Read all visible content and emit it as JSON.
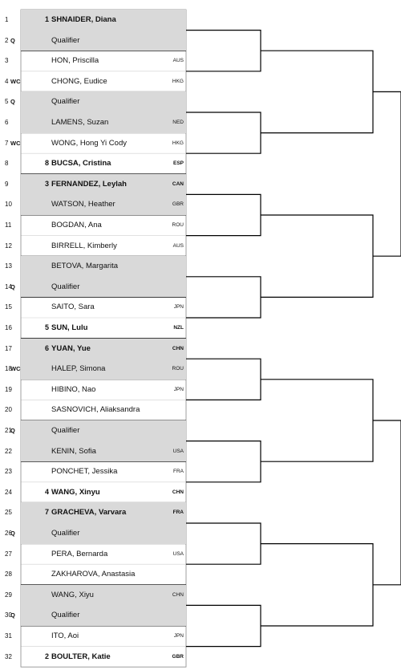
{
  "colors": {
    "shade": "#d9d9d9",
    "line": "#000000"
  },
  "draw": [
    {
      "no": "1",
      "entry": "",
      "seed": "1",
      "name": "SHNAIDER, Diana",
      "nat": "",
      "seeded": true,
      "shaded": true
    },
    {
      "no": "2",
      "entry": "Q",
      "seed": "",
      "name": "Qualifier",
      "nat": "",
      "seeded": false,
      "shaded": true
    },
    {
      "no": "3",
      "entry": "",
      "seed": "",
      "name": "HON, Priscilla",
      "nat": "AUS",
      "seeded": false,
      "shaded": false
    },
    {
      "no": "4",
      "entry": "WC",
      "seed": "",
      "name": "CHONG, Eudice",
      "nat": "HKG",
      "seeded": false,
      "shaded": false
    },
    {
      "no": "5",
      "entry": "Q",
      "seed": "",
      "name": "Qualifier",
      "nat": "",
      "seeded": false,
      "shaded": true
    },
    {
      "no": "6",
      "entry": "",
      "seed": "",
      "name": "LAMENS, Suzan",
      "nat": "NED",
      "seeded": false,
      "shaded": true
    },
    {
      "no": "7",
      "entry": "WC",
      "seed": "",
      "name": "WONG, Hong Yi Cody",
      "nat": "HKG",
      "seeded": false,
      "shaded": false
    },
    {
      "no": "8",
      "entry": "",
      "seed": "8",
      "name": "BUCSA, Cristina",
      "nat": "ESP",
      "seeded": true,
      "shaded": false
    },
    {
      "no": "9",
      "entry": "",
      "seed": "3",
      "name": "FERNANDEZ, Leylah",
      "nat": "CAN",
      "seeded": true,
      "shaded": true
    },
    {
      "no": "10",
      "entry": "",
      "seed": "",
      "name": "WATSON, Heather",
      "nat": "GBR",
      "seeded": false,
      "shaded": true
    },
    {
      "no": "11",
      "entry": "",
      "seed": "",
      "name": "BOGDAN, Ana",
      "nat": "ROU",
      "seeded": false,
      "shaded": false
    },
    {
      "no": "12",
      "entry": "",
      "seed": "",
      "name": "BIRRELL, Kimberly",
      "nat": "AUS",
      "seeded": false,
      "shaded": false
    },
    {
      "no": "13",
      "entry": "",
      "seed": "",
      "name": "BETOVA, Margarita",
      "nat": "",
      "seeded": false,
      "shaded": true
    },
    {
      "no": "14",
      "entry": "Q",
      "seed": "",
      "name": "Qualifier",
      "nat": "",
      "seeded": false,
      "shaded": true
    },
    {
      "no": "15",
      "entry": "",
      "seed": "",
      "name": "SAITO, Sara",
      "nat": "JPN",
      "seeded": false,
      "shaded": false
    },
    {
      "no": "16",
      "entry": "",
      "seed": "5",
      "name": "SUN, Lulu",
      "nat": "NZL",
      "seeded": true,
      "shaded": false
    },
    {
      "no": "17",
      "entry": "",
      "seed": "6",
      "name": "YUAN, Yue",
      "nat": "CHN",
      "seeded": true,
      "shaded": true
    },
    {
      "no": "18",
      "entry": "WC",
      "seed": "",
      "name": "HALEP, Simona",
      "nat": "ROU",
      "seeded": false,
      "shaded": true
    },
    {
      "no": "19",
      "entry": "",
      "seed": "",
      "name": "HIBINO, Nao",
      "nat": "JPN",
      "seeded": false,
      "shaded": false
    },
    {
      "no": "20",
      "entry": "",
      "seed": "",
      "name": "SASNOVICH, Aliaksandra",
      "nat": "",
      "seeded": false,
      "shaded": false
    },
    {
      "no": "21",
      "entry": "Q",
      "seed": "",
      "name": "Qualifier",
      "nat": "",
      "seeded": false,
      "shaded": true
    },
    {
      "no": "22",
      "entry": "",
      "seed": "",
      "name": "KENIN, Sofia",
      "nat": "USA",
      "seeded": false,
      "shaded": true
    },
    {
      "no": "23",
      "entry": "",
      "seed": "",
      "name": "PONCHET, Jessika",
      "nat": "FRA",
      "seeded": false,
      "shaded": false
    },
    {
      "no": "24",
      "entry": "",
      "seed": "4",
      "name": "WANG, Xinyu",
      "nat": "CHN",
      "seeded": true,
      "shaded": false
    },
    {
      "no": "25",
      "entry": "",
      "seed": "7",
      "name": "GRACHEVA, Varvara",
      "nat": "FRA",
      "seeded": true,
      "shaded": true
    },
    {
      "no": "26",
      "entry": "Q",
      "seed": "",
      "name": "Qualifier",
      "nat": "",
      "seeded": false,
      "shaded": true
    },
    {
      "no": "27",
      "entry": "",
      "seed": "",
      "name": "PERA, Bernarda",
      "nat": "USA",
      "seeded": false,
      "shaded": false
    },
    {
      "no": "28",
      "entry": "",
      "seed": "",
      "name": "ZAKHAROVA, Anastasia",
      "nat": "",
      "seeded": false,
      "shaded": false
    },
    {
      "no": "29",
      "entry": "",
      "seed": "",
      "name": "WANG, Xiyu",
      "nat": "CHN",
      "seeded": false,
      "shaded": true
    },
    {
      "no": "30",
      "entry": "Q",
      "seed": "",
      "name": "Qualifier",
      "nat": "",
      "seeded": false,
      "shaded": true
    },
    {
      "no": "31",
      "entry": "",
      "seed": "",
      "name": "ITO, Aoi",
      "nat": "JPN",
      "seeded": false,
      "shaded": false
    },
    {
      "no": "32",
      "entry": "",
      "seed": "2",
      "name": "BOULTER, Katie",
      "nat": "GBR",
      "seeded": true,
      "shaded": false
    }
  ]
}
